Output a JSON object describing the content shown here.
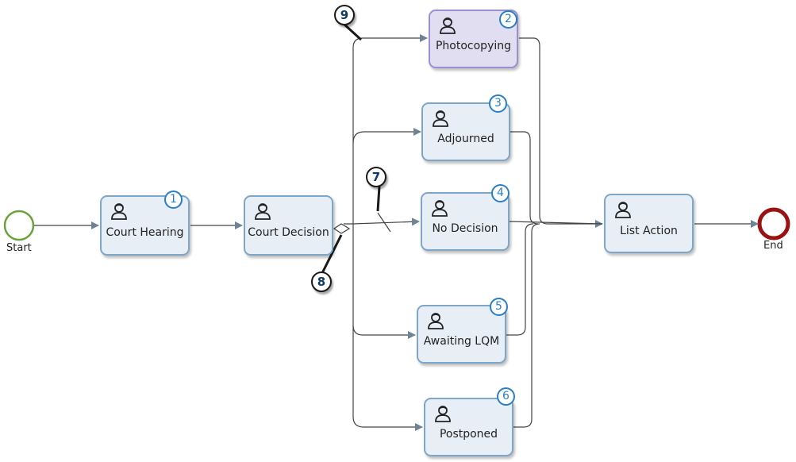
{
  "events": {
    "start_label": "Start",
    "end_label": "End"
  },
  "tasks": {
    "court_hearing": {
      "label": "Court Hearing",
      "number": "1"
    },
    "photocopying": {
      "label": "Photocopying",
      "number": "2"
    },
    "adjourned": {
      "label": "Adjourned",
      "number": "3"
    },
    "no_decision": {
      "label": "No Decision",
      "number": "4"
    },
    "awaiting_lqm": {
      "label": "Awaiting LQM",
      "number": "5"
    },
    "postponed": {
      "label": "Postponed",
      "number": "6"
    },
    "court_decision": {
      "label": "Court Decision"
    },
    "list_action": {
      "label": "List Action"
    }
  },
  "callouts": {
    "c7": "7",
    "c8": "8",
    "c9": "9"
  },
  "icons": {
    "task_icon": "user-icon",
    "gateway": "diamond-gateway-icon"
  },
  "colors": {
    "start_event": "#6aa33a",
    "end_event": "#9b1212",
    "task_fill": "#e7eef6",
    "task_border": "#7ea6c9",
    "highlight_fill": "#e2def2",
    "number_badge": "#2a7fc4",
    "flow_line": "#444444"
  }
}
